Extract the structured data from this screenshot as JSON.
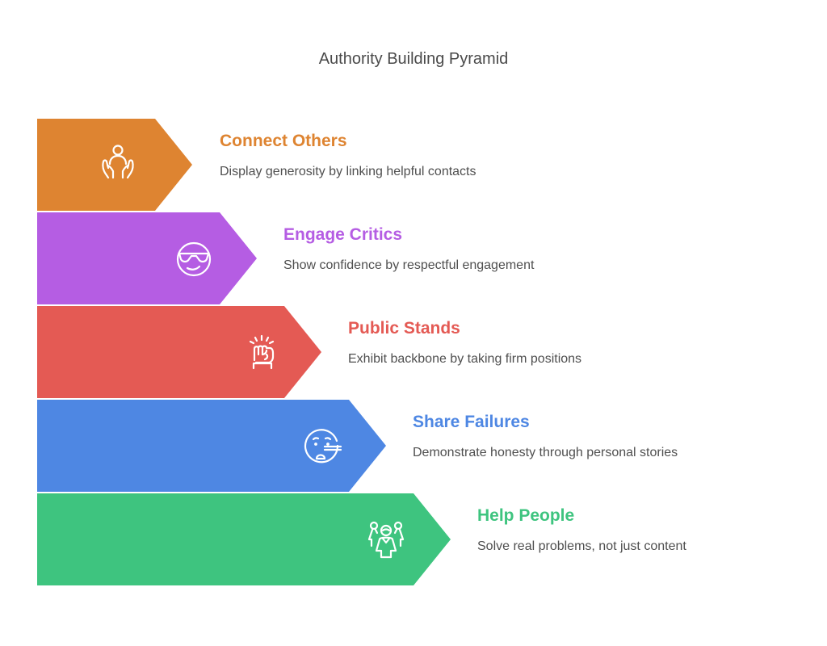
{
  "title": "Authority Building Pyramid",
  "levels": [
    {
      "heading": "Connect Others",
      "description": "Display generosity by linking helpful contacts",
      "color": "#DE8431",
      "icon": "helping-hands-person-icon"
    },
    {
      "heading": "Engage Critics",
      "description": "Show confidence by respectful engagement",
      "color": "#B55DE3",
      "icon": "sunglasses-face-icon"
    },
    {
      "heading": "Public Stands",
      "description": "Exhibit backbone by taking firm positions",
      "color": "#E45A54",
      "icon": "raised-fist-icon"
    },
    {
      "heading": "Share Failures",
      "description": "Demonstrate honesty through personal stories",
      "color": "#4E87E3",
      "icon": "lying-face-icon"
    },
    {
      "heading": "Help People",
      "description": "Solve real problems, not just content",
      "color": "#3EC47F",
      "icon": "group-people-icon"
    }
  ]
}
